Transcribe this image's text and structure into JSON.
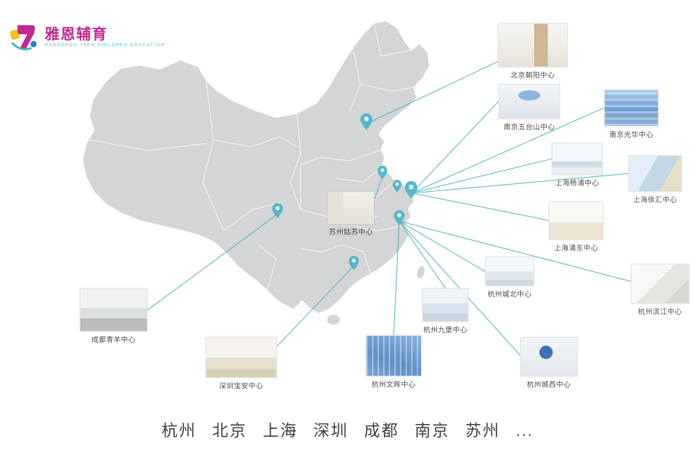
{
  "logo": {
    "brand": "雅恩辅育",
    "subtitle": "HANGZHOU YAEN CHILDREN EDUCATION"
  },
  "map": {
    "region": "China",
    "land_color": "#d3d5d7",
    "accent_color": "#49aebb"
  },
  "centers": [
    {
      "name": "北京朝阳中心"
    },
    {
      "name": "南京五台山中心"
    },
    {
      "name": "南京光华中心"
    },
    {
      "name": "上海杨浦中心"
    },
    {
      "name": "上海徐汇中心"
    },
    {
      "name": "上海浦东中心"
    },
    {
      "name": "杭州城北中心"
    },
    {
      "name": "杭州滨江中心"
    },
    {
      "name": "杭州九堡中心"
    },
    {
      "name": "杭州文晖中心"
    },
    {
      "name": "杭州城西中心"
    },
    {
      "name": "成都青羊中心"
    },
    {
      "name": "深圳宝安中心"
    },
    {
      "name": "苏州姑苏中心"
    }
  ],
  "footer": {
    "cities": "杭州 北京 上海 深圳 成都 南京 苏州 ..."
  }
}
